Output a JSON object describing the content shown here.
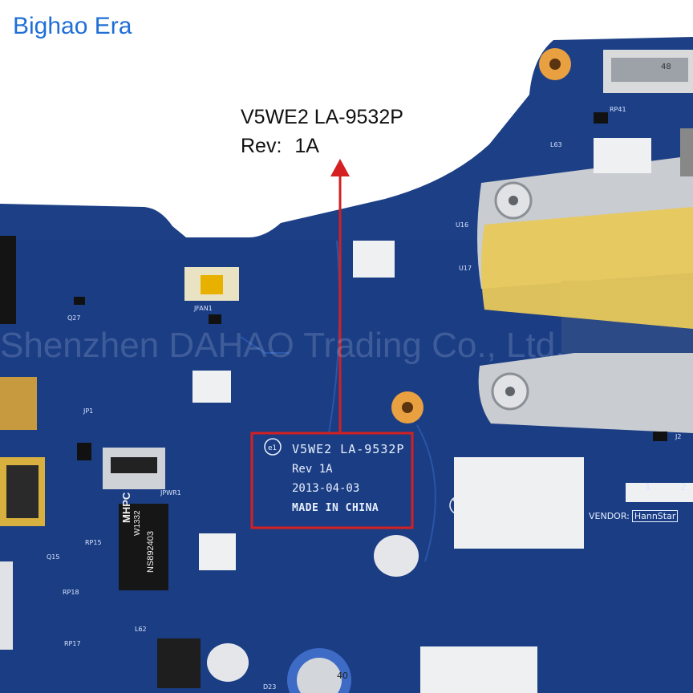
{
  "brand": "Bighao Era",
  "caption": {
    "line1": "V5WE2  LA-9532P",
    "rev_label": "Rev:",
    "rev_value": "1A"
  },
  "silkscreen": {
    "line1": "V5WE2 LA-9532P",
    "line2": "Rev 1A",
    "line3": "2013-04-03",
    "line4": "MADE IN CHINA"
  },
  "vendor": {
    "label": "VENDOR:",
    "name": "HannStar"
  },
  "watermark": "Shenzhen DAHAO Trading Co., Ltd.",
  "board_labels": {
    "jfan1": "JFAN1",
    "jp1": "JP1",
    "jpwr1": "JPWR1",
    "q27": "Q27",
    "l63": "L63",
    "rp41": "RP41",
    "u16": "U16",
    "u17": "U17",
    "j2": "J2",
    "rp15": "RP15",
    "rp18": "RP18",
    "rp17": "RP17",
    "q15": "Q15",
    "l62": "L62",
    "d23": "D23",
    "num1": "1",
    "num2": "2",
    "cap_40": "40",
    "num48": "48"
  },
  "chip_text": {
    "line1": "MHPC",
    "line2": "W1332",
    "line3": "NS892403"
  },
  "colors": {
    "brand": "#1f6fd6",
    "board": "#1c3f86",
    "highlight_box": "#d42020",
    "tape": "#e8c85a",
    "heatpipe": "#c9ccd0"
  },
  "icons": {
    "e1_mark": "e1-circle-icon",
    "no_pb_mark": "no-lead-icon",
    "arrow": "arrow-up-icon"
  }
}
